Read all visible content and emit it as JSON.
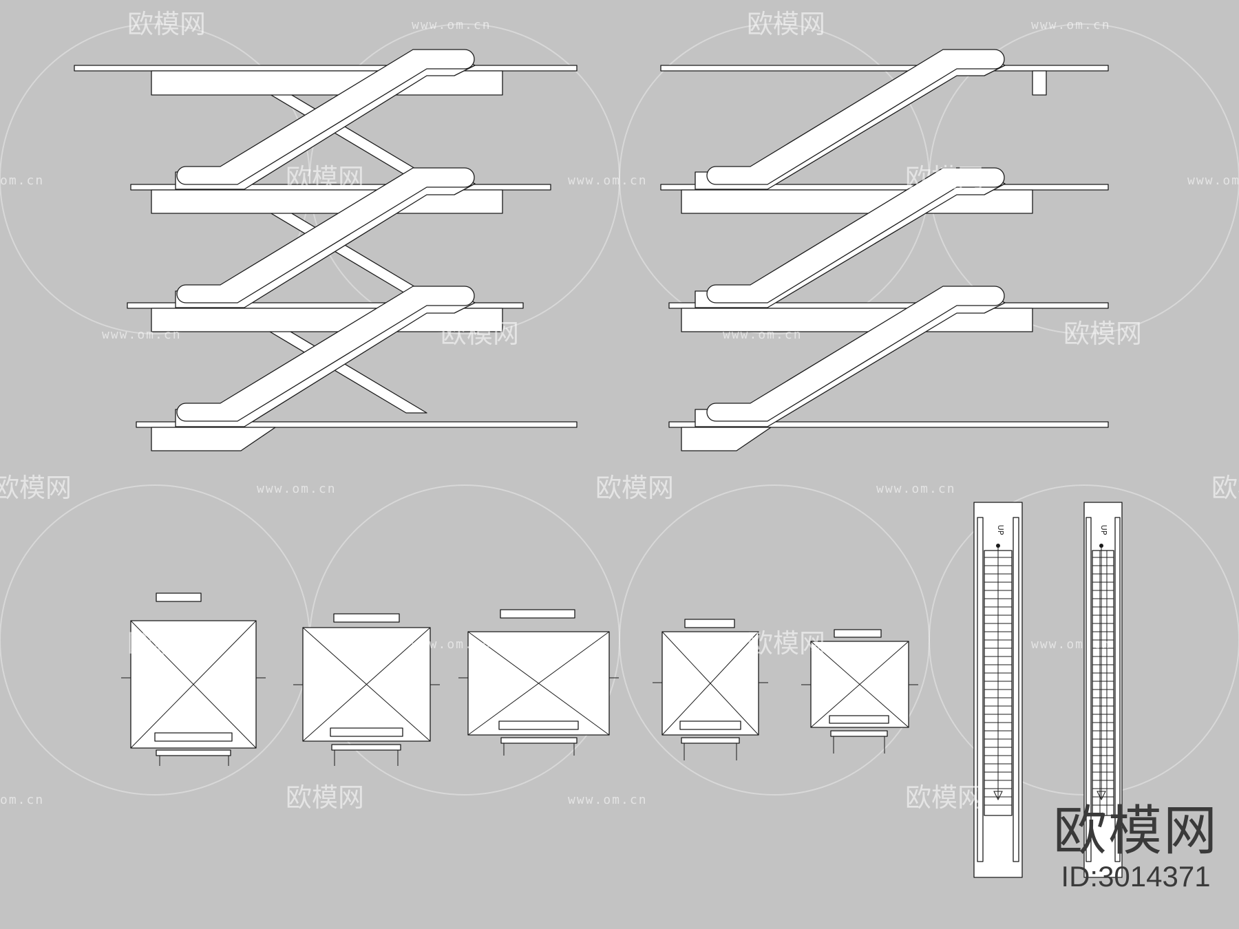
{
  "watermark": {
    "brand_text": "欧模网",
    "url_text": "www.om.cn",
    "partial_url_text": "om.cn"
  },
  "labels": {
    "up_label": "UP"
  },
  "brand": {
    "logo_text": "欧模网",
    "id_text": "ID:3014371"
  },
  "colors": {
    "background": "#c3c3c3",
    "line": "#1a1a1a",
    "fill": "#ffffff"
  }
}
